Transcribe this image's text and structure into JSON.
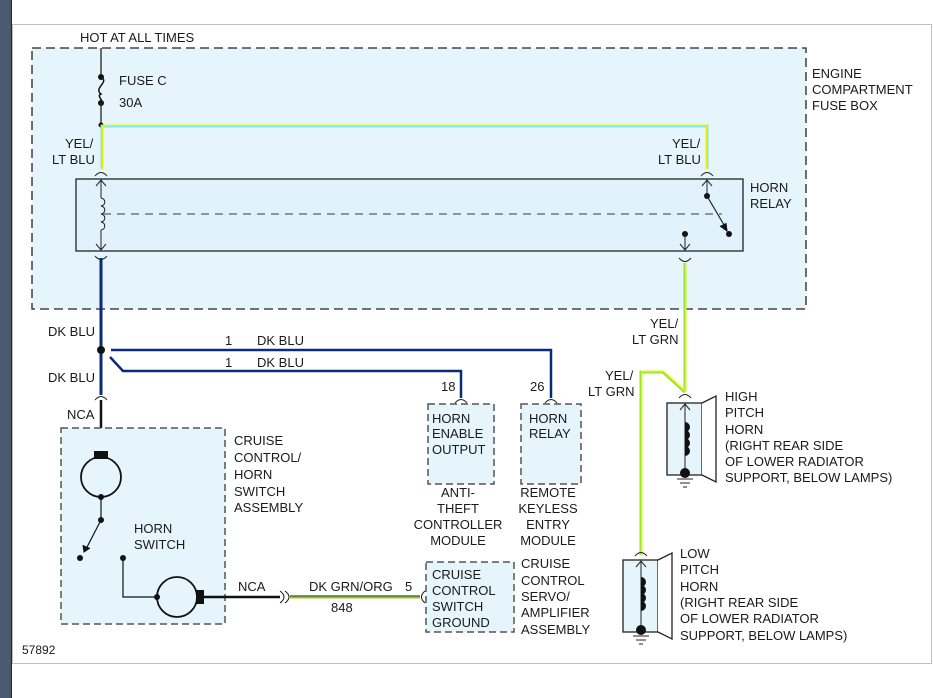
{
  "diagram": {
    "id_label": "57892",
    "power_label": "HOT AT ALL TIMES",
    "fuse": {
      "name": "FUSE C",
      "rating": "30A"
    },
    "fuse_box": {
      "label_lines": [
        "ENGINE",
        "COMPARTMENT",
        "FUSE BOX"
      ]
    },
    "horn_relay": {
      "label_lines": [
        "HORN",
        "RELAY"
      ]
    },
    "wires": {
      "yel_lt_blu_left": [
        "YEL/",
        "LT BLU"
      ],
      "yel_lt_blu_right": [
        "YEL/",
        "LT BLU"
      ],
      "dk_blu_upper": "DK BLU",
      "dk_blu_lower": "DK BLU",
      "branch_1": {
        "pin": "1",
        "color": "DK BLU"
      },
      "branch_2": {
        "pin": "1",
        "color": "DK BLU"
      },
      "yel_lt_grn_upper": [
        "YEL/",
        "LT GRN"
      ],
      "yel_lt_grn_lower": [
        "YEL/",
        "LT GRN"
      ],
      "nca_top": "NCA",
      "nca_bottom": "NCA",
      "dk_grn_org": {
        "color": "DK GRN/ORG",
        "circuit": "848",
        "pin": "5"
      }
    },
    "anti_theft": {
      "pin": "18",
      "inner_lines": [
        "HORN",
        "ENABLE",
        "OUTPUT"
      ],
      "label_lines": [
        "ANTI-",
        "THEFT",
        "CONTROLLER",
        "MODULE"
      ]
    },
    "keyless": {
      "pin": "26",
      "inner_lines": [
        "HORN",
        "RELAY"
      ],
      "label_lines": [
        "REMOTE",
        "KEYLESS",
        "ENTRY",
        "MODULE"
      ]
    },
    "cruise_switch": {
      "label_lines": [
        "CRUISE",
        "CONTROL/",
        "HORN",
        "SWITCH",
        "ASSEMBLY"
      ],
      "horn_switch_lines": [
        "HORN",
        "SWITCH"
      ]
    },
    "servo": {
      "inner_lines": [
        "CRUISE",
        "CONTROL",
        "SWITCH",
        "GROUND"
      ],
      "label_lines": [
        "CRUISE",
        "CONTROL",
        "SERVO/",
        "AMPLIFIER",
        "ASSEMBLY"
      ]
    },
    "high_horn": {
      "label_lines": [
        "HIGH",
        "PITCH",
        "HORN",
        "(RIGHT REAR SIDE",
        "OF LOWER RADIATOR",
        "SUPPORT, BELOW LAMPS)"
      ]
    },
    "low_horn": {
      "label_lines": [
        "LOW",
        "PITCH",
        "HORN",
        "(RIGHT REAR SIDE",
        "OF LOWER RADIATOR",
        "SUPPORT, BELOW LAMPS)"
      ]
    },
    "colors": {
      "box_fill": "#e6f4fc",
      "dk_blu": "#0a2a7a",
      "yellow": "#f0f000",
      "lt_blu": "#7fe8f0",
      "lt_grn": "#90e040",
      "dk_grn": "#2a8a20",
      "orange": "#d8a040"
    }
  }
}
